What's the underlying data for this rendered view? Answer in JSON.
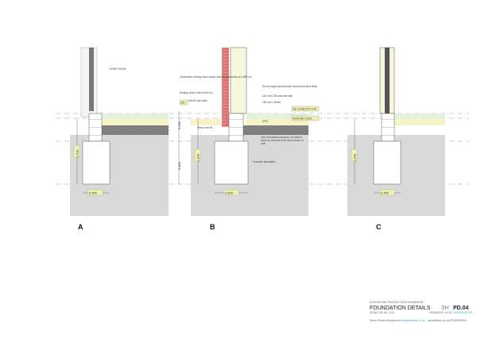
{
  "sections": {
    "a": {
      "label": "A",
      "room": "LIVING ROOM",
      "dim_depth": "1,200",
      "dim_width": "0,450"
    },
    "b": {
      "label": "B",
      "dim_depth": "1,200",
      "dim_upper": "0,300",
      "dim_lower": "0,600",
      "dim_width": "0,600",
      "level_mark": "225",
      "notes": [
        "Galvanised holding down straps built into blockwork at 1,800 c/c",
        "Holding down bolts at 600 c/c",
        "7x5x45 sole plate",
        "50 mm liquid sand/cement screed and floor finish",
        "100 mm C35 concrete slab",
        "150 mm Celotex",
        "DPM",
        "Weep hole fill",
        "Well compacted hardcore of crushed stone or concrete from 40mm down to dust",
        "Concrete foundation"
      ],
      "tags": [
        "Top of Slab EXT LAK",
        "GROUND LEVEL"
      ]
    },
    "c": {
      "label": "C",
      "dim_depth": "1,200",
      "dim_width": "0,450"
    }
  },
  "title_block": {
    "project": "SUN HOUSE PRODUCTION DRAWINGS",
    "title": "FOUNDATION DETAILS",
    "sheet_prefix": "SH",
    "sheet_number": "PD.04",
    "scale": "SCALE AT A3: 1:20",
    "date": "03/08/2019 14:36",
    "revision": "SUN HOUSE DR",
    "architect": "Steve Fisher Architect",
    "email": "steve@stevefisher.co.uk",
    "website": "stevefisher.co.uk",
    "phone": "07545000000"
  },
  "colors": {
    "ground": "#d9d9d9",
    "insulation": "#f7f3c6",
    "slab": "#e3f2dc",
    "brick": "#d9534f",
    "tag": "#f2f0b0"
  }
}
